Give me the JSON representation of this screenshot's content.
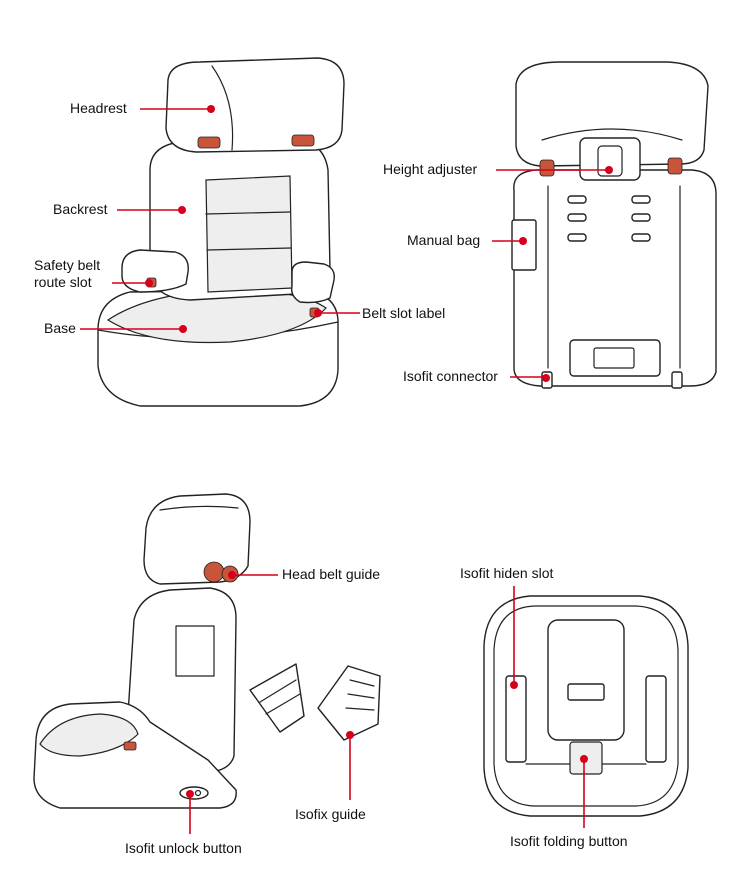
{
  "colors": {
    "leader": "#d6001c",
    "accent": "#c8553a",
    "outline": "#222222"
  },
  "labels": {
    "headrest": "Headrest",
    "backrest": "Backrest",
    "safety_belt_line1": "Safety belt",
    "safety_belt_line2": "route slot",
    "base": "Base",
    "belt_slot_label": "Belt slot label",
    "height_adjuster": "Height  adjuster",
    "manual_bag": "Manual bag",
    "isofit_connector": "Isofit connector",
    "head_belt_guide": "Head belt guide",
    "isofit_hiden_slot": "Isofit hiden slot",
    "isofix_guide": "Isofix guide",
    "isofit_unlock_button": "Isofit unlock button",
    "isofit_folding_button": "Isofit folding button"
  }
}
